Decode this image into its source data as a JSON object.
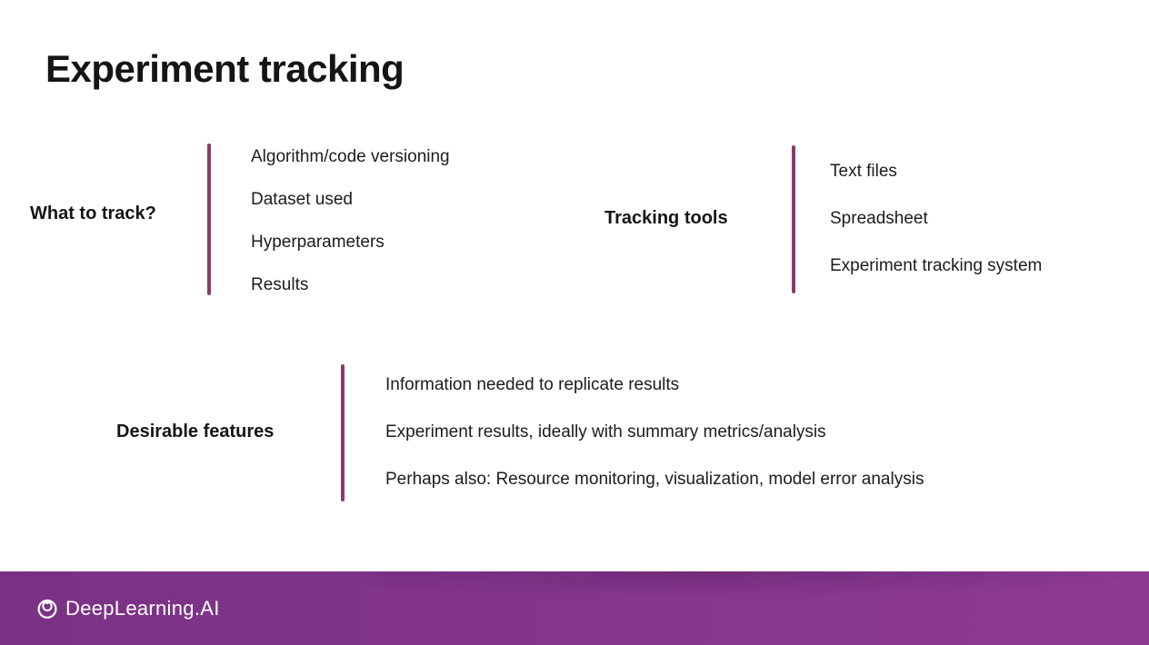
{
  "slide": {
    "title": "Experiment tracking",
    "sections": [
      {
        "label": "What to track?",
        "items": [
          "Algorithm/code versioning",
          "Dataset used",
          "Hyperparameters",
          "Results"
        ]
      },
      {
        "label": "Tracking tools",
        "items": [
          "Text files",
          "Spreadsheet",
          "Experiment tracking system"
        ]
      },
      {
        "label": "Desirable features",
        "items": [
          "Information needed to replicate results",
          "Experiment results, ideally with summary metrics/analysis",
          "Perhaps also: Resource monitoring, visualization, model error analysis"
        ]
      }
    ],
    "footer": {
      "brand": "DeepLearning.AI"
    },
    "colors": {
      "accent_line": "#8e3a6c",
      "footer_gradient_start": "#7a3185",
      "footer_gradient_end": "#8e3a93",
      "text": "#1a1a1a"
    }
  }
}
